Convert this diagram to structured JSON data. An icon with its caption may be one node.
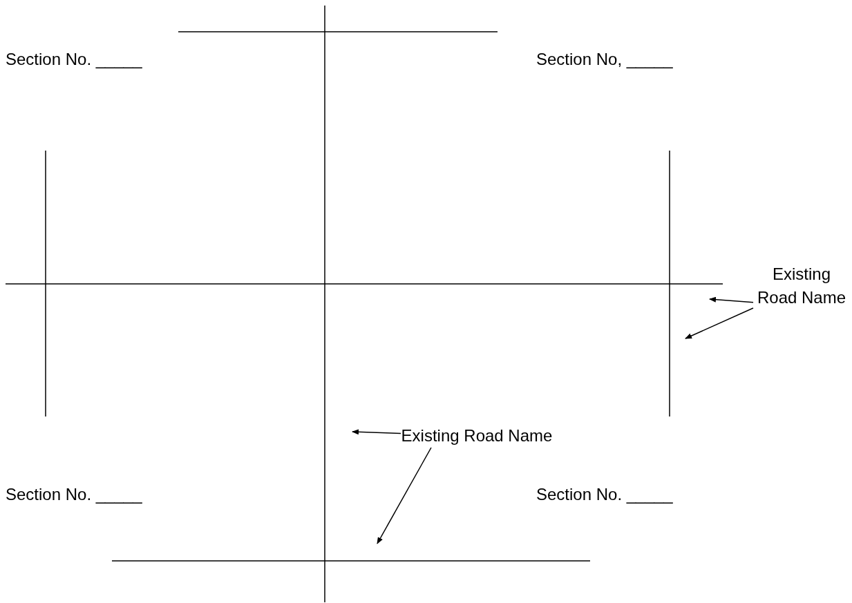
{
  "diagram": {
    "nodes": [
      {
        "text": [
          "Existing Road Name"
        ]
      },
      {
        "text": [
          "Existing Road Name"
        ]
      }
    ],
    "edges": [
      {
        "from": 0,
        "to": null,
        "arrow": "to"
      },
      {
        "from": 0,
        "to": null,
        "arrow": "to"
      },
      {
        "from": 1,
        "to": null,
        "arrow": "to"
      },
      {
        "from": 1,
        "to": null,
        "arrow": "to"
      }
    ],
    "labels": [
      "Section No. _____",
      "Section No, _____",
      "Section No. _____",
      "Section No. _____"
    ]
  }
}
